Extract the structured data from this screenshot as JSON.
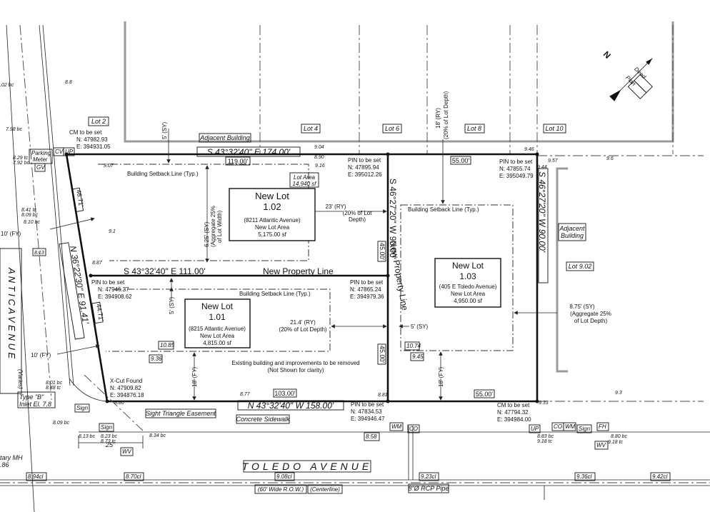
{
  "streets": {
    "toledo": "TOLEDO AVENUE",
    "toledo_row": "(60' Wide R.O.W.)",
    "centerline": "(Centerline)",
    "atlantic": "A N T I C   A V E N U E",
    "atlantic_note": "(Varies)"
  },
  "bearings": {
    "north_line": "S 43°32'40\" E  174.00'",
    "south_line": "N 43°32'40\" W  158.00'",
    "west_line": "N 36°22'30\" E  91.41'",
    "east_line": "S 46°27'20\" W  90.00'",
    "middle_line": "S 46°27'20\" W  90.00'",
    "new_line": "S 43°32'40\" E  111.00'",
    "new_property_line": "New Property Line",
    "new_property_line_vert": "New Property Line"
  },
  "lots": {
    "lot_102": {
      "title": "New Lot",
      "number": "1.02",
      "address": "(8211 Atlantic Avenue)",
      "area_label": "New Lot Area",
      "area": "5,175.00 sf"
    },
    "lot_101": {
      "title": "New Lot",
      "number": "1.01",
      "address": "(8215 Atlantic Avenue)",
      "area_label": "New Lot Area",
      "area": "4,815.00 sf"
    },
    "lot_103": {
      "title": "New Lot",
      "number": "1.03",
      "address": "(405 E Toledo Avenue)",
      "area_label": "New Lot Area",
      "area": "4,950.00 sf"
    }
  },
  "lot_area": {
    "label": "Lot Area",
    "value": "14,940 sf"
  },
  "adjacent_lots": [
    "Lot 2",
    "Lot 4",
    "Lot 6",
    "Lot 8",
    "Lot 10",
    "Lot 9.02"
  ],
  "adjacent_building_top": "Adjacent Building",
  "adjacent_building_right_1": "Adjacent",
  "adjacent_building_right_2": "Building",
  "pins": {
    "cm_nw": {
      "title": "CM to be set",
      "n": "N: 47982.93",
      "e": "E: 394931.05"
    },
    "pin_n_mid": {
      "title": "PIN to be set",
      "n": "N: 47895.94",
      "e": "E: 395012.26"
    },
    "pin_ne": {
      "title": "PIN to be set",
      "n": "N: 47855.74",
      "e": "E: 395049.79"
    },
    "pin_w_mid": {
      "title": "PIN to be set",
      "n": "N: 47946.37",
      "e": "E: 394908.62"
    },
    "pin_center": {
      "title": "PIN to be set",
      "n": "N: 47865.24",
      "e": "E: 394979.36"
    },
    "xcut": {
      "title": "X-Cut Found",
      "n": "N: 47909.82",
      "e": "E: 394876.18"
    },
    "pin_s_mid": {
      "title": "PIN to be set",
      "n": "N: 47834.53",
      "e": "E: 394946.47"
    },
    "cm_se": {
      "title": "CM to be set",
      "n": "N: 47794.32",
      "e": "E: 394984.00"
    }
  },
  "setbacks": {
    "setback_typ": "Building Setback Line (Typ.)",
    "sy_5": "5' (SY)",
    "ry_18": "18' (RY)",
    "ry_18_note": "(20% of Lot Depth)",
    "ry_23": "23' (RY)",
    "ry_23_note": "(20% of Lot",
    "ry_23_note2": "Depth)",
    "sy_625": "6.25' (SY)",
    "sy_625_note": "(Aggregate 25%",
    "sy_625_note2": "of Lot Width)",
    "ry_214": "21.4' (RY)",
    "ry_214_note": "(20%  of Lot Depth)",
    "sy_5b": "5' (SY)",
    "sy_875": "8.75' (SY)",
    "sy_875_note": "(Aggregate 25%",
    "sy_875_note2": "of Lot Depth)",
    "fy_10": "10' (FY)",
    "fy_18": "18' (FY)"
  },
  "dimensions": {
    "d119": "119.00'",
    "d55": "55.00'",
    "d103": "103.00'",
    "d55b": "55.00'",
    "d45a": "45.00'",
    "d45b": "45.00'",
    "d4671": "46.71'",
    "d4471": "44.71'",
    "d25": "25'"
  },
  "notes": {
    "existing_1": "Existing building and improvements to be removed",
    "existing_2": "(Not Shown for clarity)",
    "sight_triangle": "Sight Triangle Easement",
    "concrete_sidewalk": "Concrete Sidewalk",
    "inlet_1": "Type \"B\"",
    "inlet_2": "Inlet El. 7.8",
    "sanitary_1": "tary MH",
    "sanitary_2": ".86",
    "rcp_pipe": "8\"Ø RCP Pipe",
    "parking_1": "Parking",
    "parking_2": "Meter"
  },
  "elevations": {
    "e94cl": "8.94cl",
    "e870cl": "8.70cl",
    "e908cl": "9.08cl",
    "e923cl": "9.23cl",
    "e936cl": "9.36cl",
    "e942cl": "9.42cl",
    "e858": "8.58",
    "e1085": "10.85",
    "e936": "9.36",
    "e1074": "10.74",
    "e945": "9.45",
    "e88": "8.8",
    "e904": "9.04",
    "e890": "8.90",
    "e916": "9.16",
    "e907": "9.07",
    "e946": "9.46",
    "e957": "9.57",
    "e96": "9.6",
    "e944": "9.44",
    "e91": "9.1",
    "e887": "8.87",
    "e877": "8.77",
    "e881": "8.81",
    "e933": "9.33",
    "e93": "9.3",
    "e880": "8.80",
    "e802bc": ".02 bc",
    "e798bc": "7.98 bc",
    "e829tc": "8.29 tc",
    "e792bc": "7.92 bc",
    "e841tc": "8.41 tc",
    "e809bc": "8.09 bc",
    "e810bc": "8.10 bc",
    "e813": "8.13",
    "e801bc": "8.01 bc",
    "e848tc": "8.48 tc",
    "e809bc2": "8.09 bc",
    "e813bc": "8.13 bc",
    "e823bc": "8.23 bc",
    "e873tc": "8.73 tc",
    "e834bc": "8.34 bc",
    "e883bc": "8.83 bc",
    "e918tc": "9.18 tc",
    "e880bc": "8.80 bc",
    "e918tc2": "9.18 tc"
  },
  "utility_tags": [
    "CV",
    "UP",
    "GV",
    "Sign",
    "Sign",
    "WV",
    "WM",
    "CO",
    "UP",
    "CO",
    "WM",
    "Sign",
    "FH",
    "WV"
  ],
  "north_arrow": {
    "letter": "N",
    "deed": "Deed",
    "plan": "Plan"
  }
}
